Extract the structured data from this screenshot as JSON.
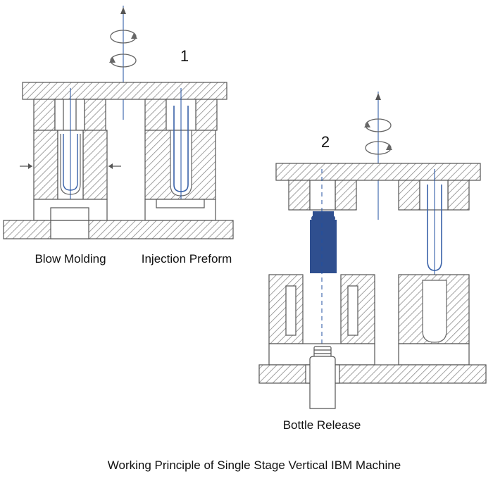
{
  "diagram": {
    "title": "Working Principle of Single Stage Vertical IBM Machine",
    "stage1": {
      "number": "1",
      "left_caption": "Blow Molding",
      "right_caption": "Injection Preform"
    },
    "stage2": {
      "number": "2",
      "caption": "Bottle Release"
    }
  },
  "colors": {
    "line": "#555555",
    "hatch": "#8a8a8a",
    "bottle": "#2f4f8f",
    "preform": "#3a62a8",
    "axis": "#1f4fa0",
    "text": "#111111"
  }
}
